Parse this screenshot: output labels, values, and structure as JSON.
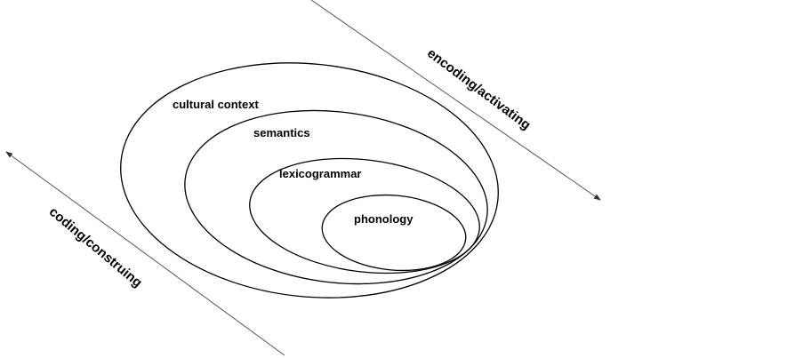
{
  "layers": [
    {
      "label": "cultural context"
    },
    {
      "label": "semantics"
    },
    {
      "label": "lexicogrammar"
    },
    {
      "label": "phonology"
    }
  ],
  "arrows": {
    "top_right": "encoding/activating",
    "bottom_left": "coding/construing"
  },
  "colors": {
    "stroke": "#000000",
    "arrow": "#555555"
  }
}
